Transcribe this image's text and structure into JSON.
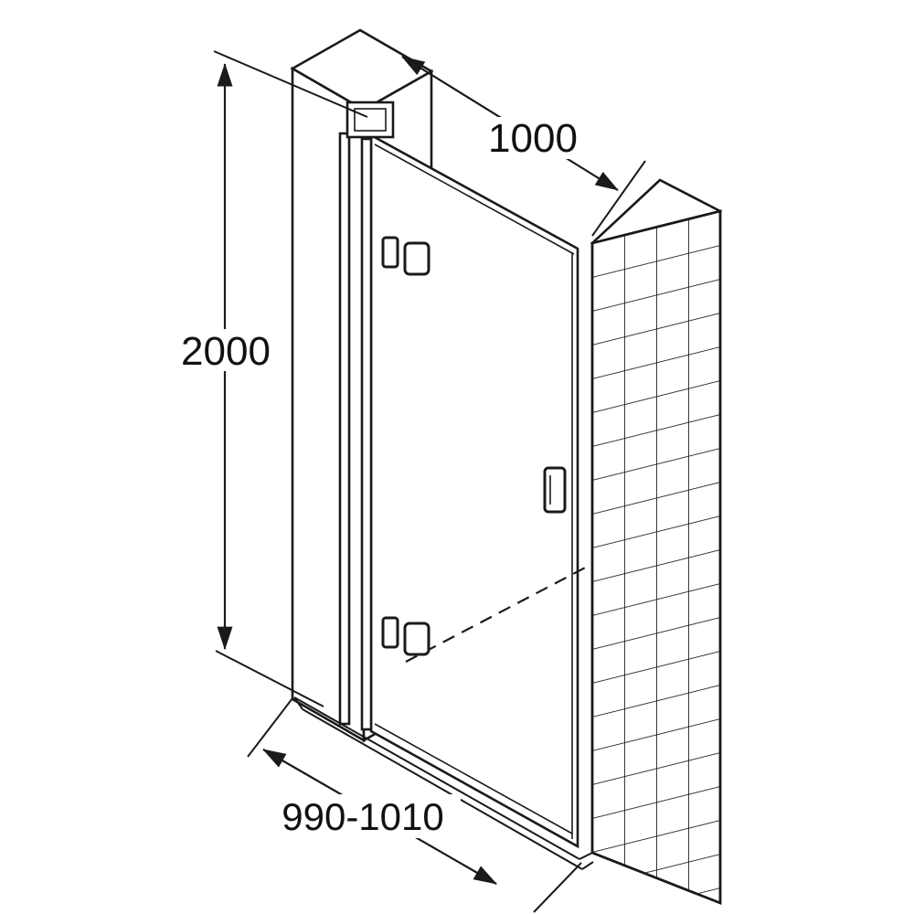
{
  "drawing": {
    "background_color": "#ffffff",
    "line_color": "#1a1a1a",
    "dimensions": {
      "height": "2000",
      "opening_width": "1000",
      "adjustment_range": "990-1010"
    }
  }
}
